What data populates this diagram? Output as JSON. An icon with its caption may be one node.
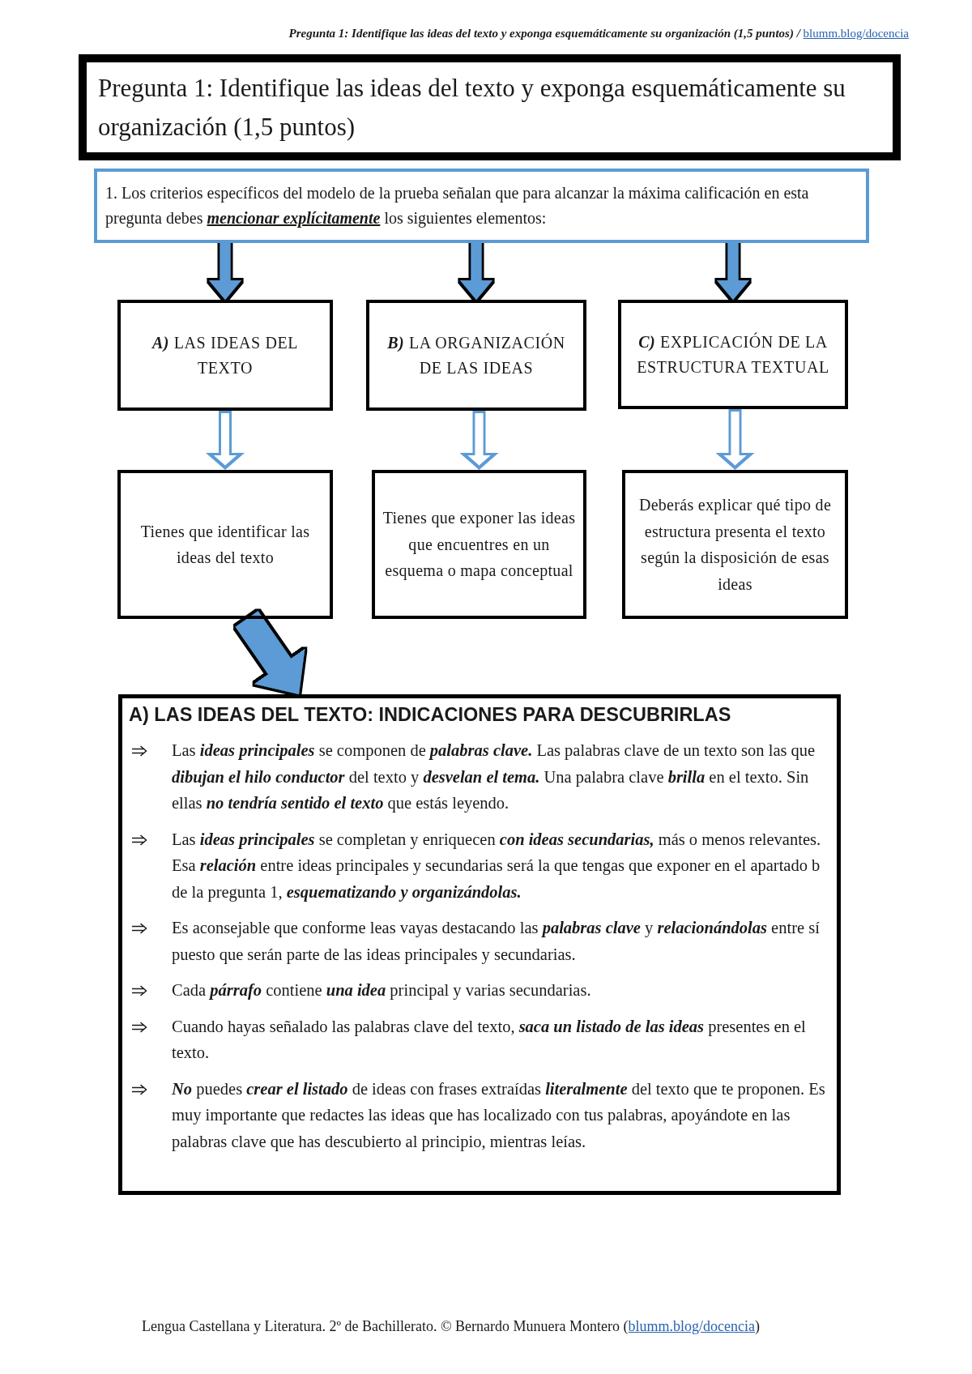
{
  "diagram": {
    "nodes": [
      {
        "text": [
          "Pregunta 1: Identifique las ideas del texto y exponga esquemáticamente su organización (1,5 puntos)"
        ]
      },
      {
        "text": [
          "1. Los criterios específicos del modelo de la prueba señalan que para alcanzar la máxima calificación en esta pregunta debes **mencionar explícitamente** los siguientes elementos:"
        ]
      },
      {
        "text": [
          "**A)** LAS IDEAS DEL TEXTO"
        ]
      },
      {
        "text": [
          "**B)** LA ORGANIZACIÓN DE LAS IDEAS"
        ]
      },
      {
        "text": [
          "**C)** EXPLICACIÓN DE LA ESTRUCTURA TEXTUAL"
        ]
      },
      {
        "text": [
          "Tienes que identificar las ideas del texto"
        ]
      },
      {
        "text": [
          "Tienes que exponer las ideas que encuentres en un esquema o mapa conceptual"
        ]
      },
      {
        "text": [
          "Deberás explicar qué tipo de estructura presenta el texto según la disposición de esas ideas"
        ]
      },
      {
        "text": [
          "A) LAS IDEAS DEL TEXTO: INDICACIONES PARA DESCUBRIRLAS",
          "Las **ideas principales** se componen de **palabras clave.** Las palabras clave de un texto son las que **dibujan el hilo conductor** del texto y **desvelan el tema.** Una palabra clave **brilla** en el texto. Sin ellas **no tendría sentido el texto** que estás leyendo.",
          "Las **ideas principales** se completan y enriquecen **con ideas secundarias,** más o menos relevantes. Esa **relación** entre ideas principales y secundarias será la que tengas que exponer en el apartado b de la pregunta 1, **esquematizando y organizándolas.**",
          "Es aconsejable que conforme leas vayas destacando las **palabras clave** y **relacionándolas** entre sí puesto que serán parte de las ideas principales y secundarias.",
          "Cada **párrafo** contiene **una idea** principal y varias secundarias.",
          "Cuando hayas señalado las palabras clave del texto, **saca un listado de las ideas** presentes en el texto.",
          "**No** puedes **crear el listado** de ideas con frases extraídas **literalmente** del texto que te proponen. Es muy importante que redactes las ideas que has localizado con tus palabras, apoyándote en las palabras clave que has descubierto al principio, mientras leías."
        ]
      }
    ],
    "edges": [
      {
        "from": 1,
        "to": 2,
        "arrow": "to"
      },
      {
        "from": 1,
        "to": 3,
        "arrow": "to"
      },
      {
        "from": 1,
        "to": 4,
        "arrow": "to"
      },
      {
        "from": 2,
        "to": 5,
        "arrow": "to",
        "color": "#5b9bd5"
      },
      {
        "from": 3,
        "to": 6,
        "arrow": "to",
        "color": "#5b9bd5"
      },
      {
        "from": 4,
        "to": 7,
        "arrow": "to",
        "color": "#5b9bd5"
      },
      {
        "from": 5,
        "to": 8,
        "arrow": "to"
      }
    ],
    "labels": [
      "Pregunta 1: Identifique las ideas del texto y exponga esquemáticamente su organización (1,5 puntos) / blumm.blog/docencia",
      "Lengua Castellana y Literatura. 2º de Bachillerato. © Bernardo Munuera Montero (blumm.blog/docencia)"
    ]
  }
}
